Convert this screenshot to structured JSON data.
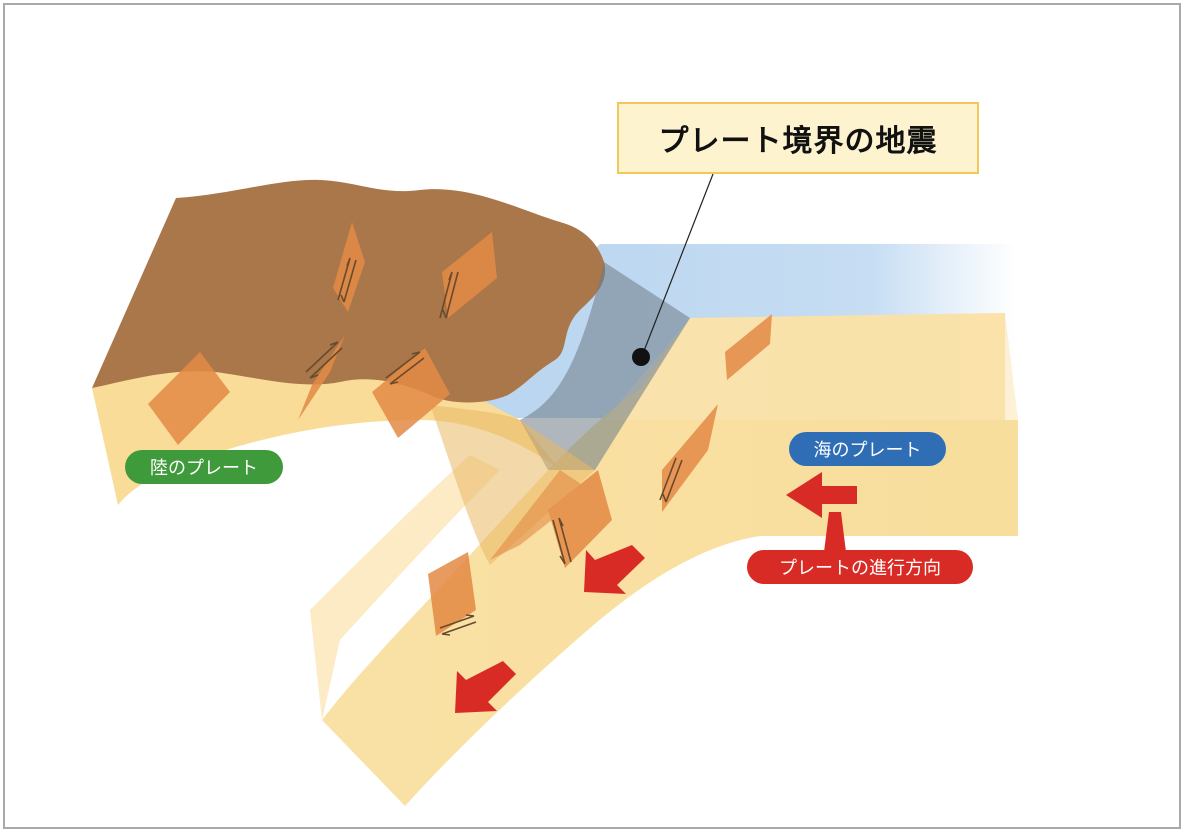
{
  "title": "プレート境界の地震",
  "labels": {
    "land_plate": "陸のプレート",
    "sea_plate": "海のプレート",
    "plate_direction": "プレートの進行方向"
  },
  "colors": {
    "land_brown": "#a9774a",
    "plate_yellow": "#f8dc97",
    "sea_blue": "#bcd7f0",
    "fault_orange": "#e48a45",
    "arrow_red": "#d92b25",
    "land_label_green": "#3f9a3c",
    "sea_label_blue": "#2f6db5",
    "title_box_fill": "#fdf3cf",
    "title_box_border": "#f2c85a"
  }
}
